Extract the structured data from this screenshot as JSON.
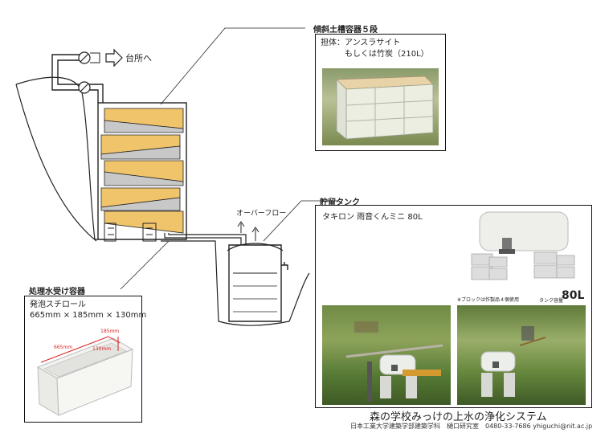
{
  "labels": {
    "soil_tank": "傾斜土槽容器５段",
    "storage_tank": "貯留タンク",
    "receiving_container": "処理水受け容器",
    "overflow": "オーバーフロー",
    "kitchen": "台所へ"
  },
  "soil_box": {
    "line1": "担体：アンスラサイト",
    "line2": "もしくは竹炭（210L）"
  },
  "storage_box": {
    "product": "タキロン 雨音くんミニ 80L",
    "note": "※ブロックは作製品４個使用",
    "tank_label": "タンク容量",
    "tank_value": "80L"
  },
  "receiving_box": {
    "line1": "発泡スチロール",
    "line2": "665mm × 185mm × 130mm",
    "dim_length": "665mm",
    "dim_width": "185mm",
    "dim_height": "130mm"
  },
  "footer": {
    "title": "森の学校みっけの上水の浄化システム",
    "affiliation": "日本工業大学建築学部建築学科　樋口研究室　0480-33-7686  yhiguchi@nit.ac.jp"
  }
}
